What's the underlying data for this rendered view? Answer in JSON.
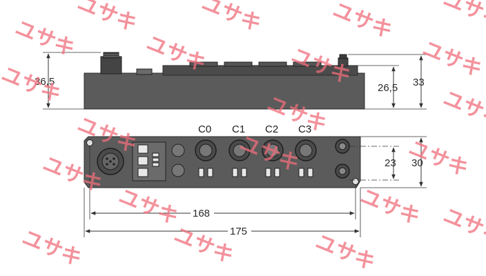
{
  "dimensions": {
    "side_height_left": "36,5",
    "side_height_mid": "26,5",
    "side_height_right": "33",
    "front_height_inner": "23",
    "front_height_outer": "30",
    "width_inner": "168",
    "width_outer": "175"
  },
  "channels": [
    "C0",
    "C1",
    "C2",
    "C3"
  ],
  "watermark": "ユサキ",
  "colors": {
    "housing": "#5b5b5b",
    "housing_dark": "#3f3f3f",
    "line": "#333333",
    "watermark": "#ef6e7c"
  }
}
